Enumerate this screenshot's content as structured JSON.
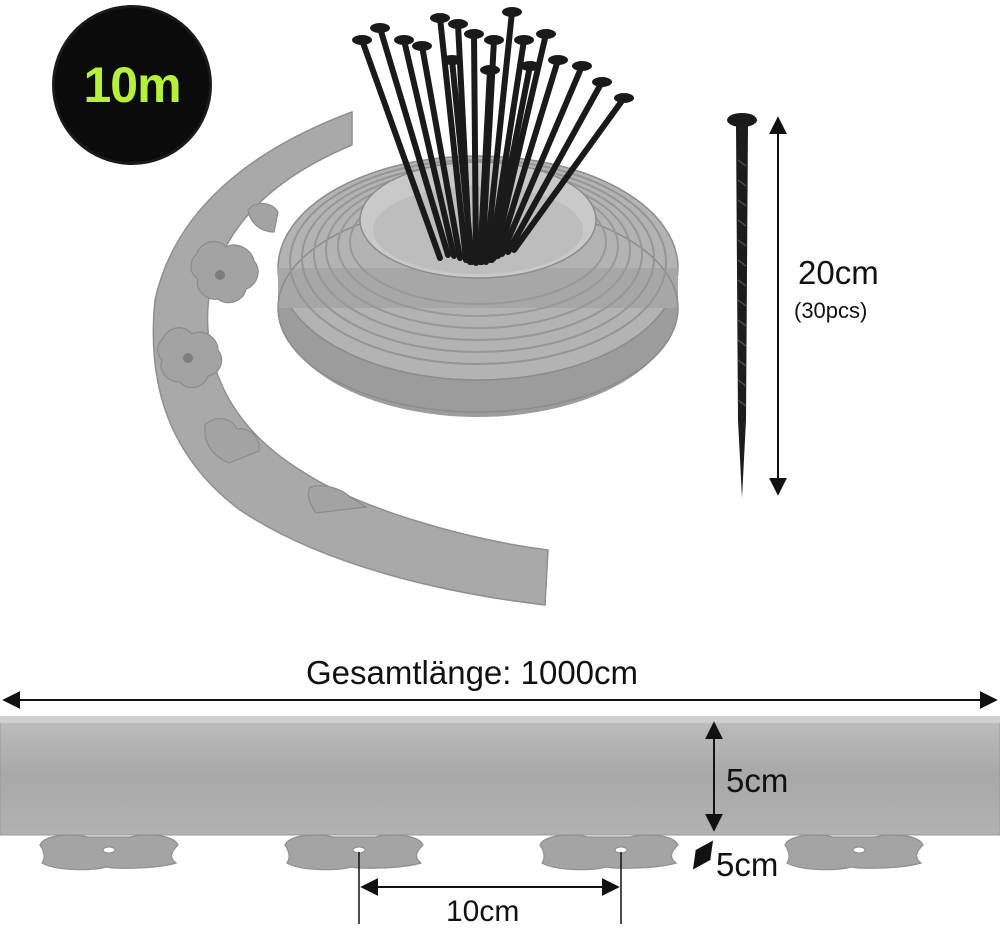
{
  "badge": {
    "text": "10m"
  },
  "labels": {
    "total_length": "Gesamtlänge: 1000cm",
    "height": "5cm",
    "tab_depth": "5cm",
    "spacing": "10cm",
    "peg_length": "20cm",
    "peg_count": "(30pcs)"
  },
  "colors": {
    "badge_bg": "#0b0b0b",
    "badge_text": "#b6f03a",
    "edging": "#a9a9a9",
    "peg": "#1c1c1c",
    "arrow": "#111111"
  },
  "icons": [
    "product-coil",
    "ground-peg",
    "dimension-arrow"
  ]
}
